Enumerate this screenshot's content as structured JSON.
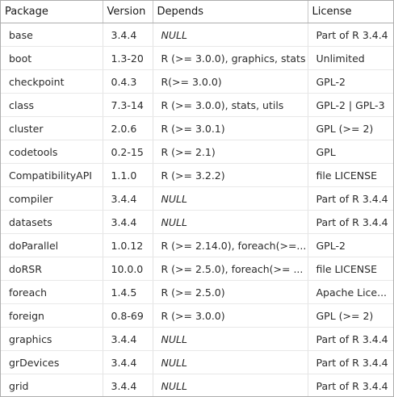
{
  "columns": [
    "Package",
    "Version",
    "Depends",
    "License"
  ],
  "rows": [
    {
      "package": "base",
      "version": "3.4.4",
      "depends": "NULL",
      "license": "Part of R 3.4.4"
    },
    {
      "package": "boot",
      "version": "1.3-20",
      "depends": "R (>= 3.0.0), graphics, stats",
      "license": "Unlimited"
    },
    {
      "package": "checkpoint",
      "version": "0.4.3",
      "depends": " R(>= 3.0.0)",
      "license": "GPL-2"
    },
    {
      "package": "class",
      "version": "7.3-14",
      "depends": "R (>= 3.0.0), stats, utils",
      "license": "GPL-2 | GPL-3"
    },
    {
      "package": "cluster",
      "version": "2.0.6",
      "depends": "R (>= 3.0.1)",
      "license": "GPL (>= 2)"
    },
    {
      "package": "codetools",
      "version": "0.2-15",
      "depends": "R (>= 2.1)",
      "license": "GPL"
    },
    {
      "package": "CompatibilityAPI",
      "version": "1.1.0",
      "depends": " R (>= 3.2.2)",
      "license": "file LICENSE"
    },
    {
      "package": "compiler",
      "version": "3.4.4",
      "depends": "NULL",
      "license": "Part of R 3.4.4"
    },
    {
      "package": "datasets",
      "version": "3.4.4",
      "depends": "NULL",
      "license": "Part of R 3.4.4"
    },
    {
      "package": "doParallel",
      "version": "1.0.12",
      "depends": "R (>= 2.14.0), foreach(>=...",
      "license": "GPL-2"
    },
    {
      "package": "doRSR",
      "version": "10.0.0",
      "depends": "R (>= 2.5.0), foreach(>= ...",
      "license": "file LICENSE"
    },
    {
      "package": "foreach",
      "version": "1.4.5",
      "depends": "R (>= 2.5.0)",
      "license": "Apache Lice..."
    },
    {
      "package": "foreign",
      "version": "0.8-69",
      "depends": "R (>= 3.0.0)",
      "license": "GPL (>= 2)"
    },
    {
      "package": "graphics",
      "version": "3.4.4",
      "depends": "NULL",
      "license": "Part of R 3.4.4"
    },
    {
      "package": "grDevices",
      "version": "3.4.4",
      "depends": "NULL",
      "license": "Part of R 3.4.4"
    },
    {
      "package": "grid",
      "version": "3.4.4",
      "depends": "NULL",
      "license": "Part of R 3.4.4"
    }
  ]
}
